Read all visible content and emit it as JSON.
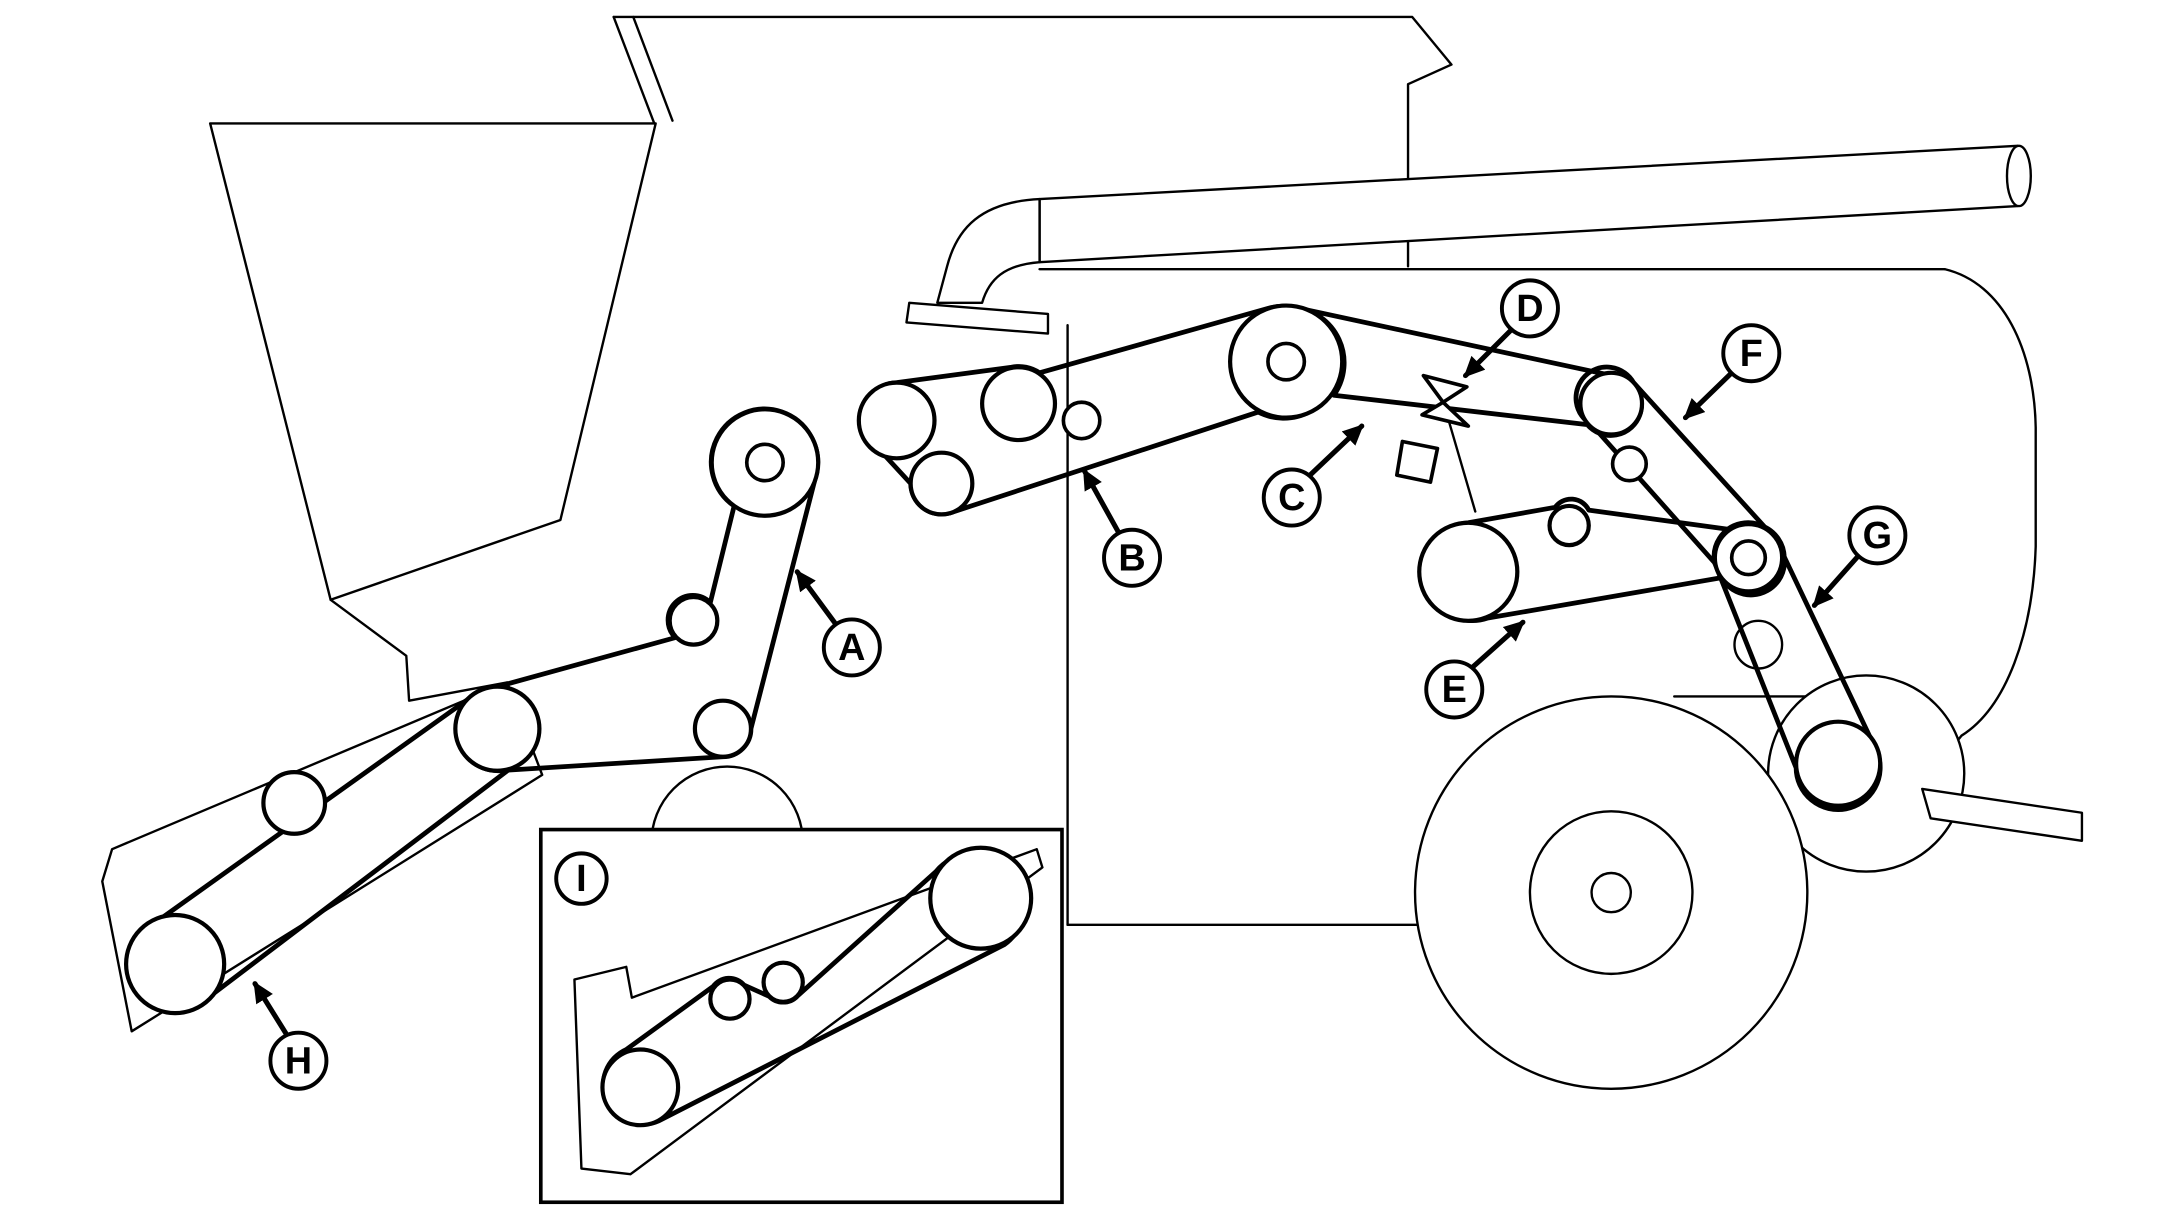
{
  "diagram": {
    "background_color": "#ffffff",
    "line_color": "#000000"
  },
  "labels": {
    "A": "A",
    "B": "B",
    "C": "C",
    "D": "D",
    "E": "E",
    "F": "F",
    "G": "G",
    "H": "H",
    "I": "I"
  }
}
